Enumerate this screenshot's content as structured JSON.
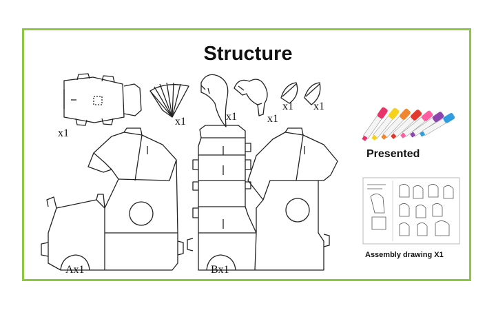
{
  "title": "Structure",
  "part_labels": {
    "head": "x1",
    "mane": "x1",
    "tail": "x1",
    "forelock": "x1",
    "ear_left": "x1",
    "ear_right": "x1",
    "body_a": "Ax1",
    "body_b": "Bx1"
  },
  "presented_label": "Presented",
  "assembly_caption": "Assembly drawing X1",
  "marker_colors": [
    "#e8336a",
    "#f7d21c",
    "#f0852d",
    "#e23a2f",
    "#ff5fa2",
    "#8e44ad",
    "#2f9de0"
  ],
  "colors": {
    "frame": "#8dc63f"
  }
}
